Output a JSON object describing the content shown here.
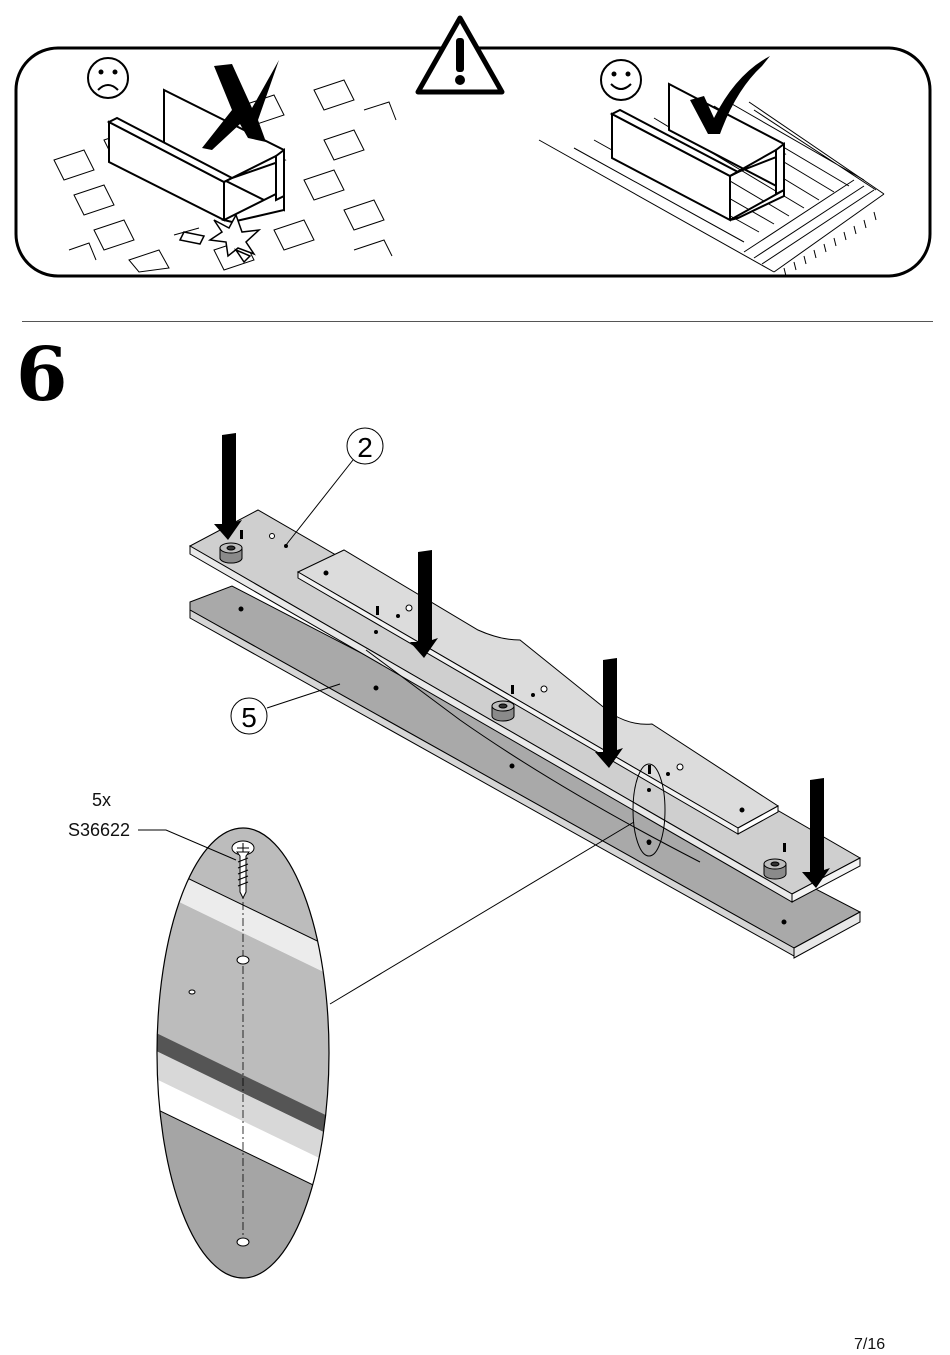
{
  "step": {
    "number": "6"
  },
  "parts": {
    "part_a": "2",
    "part_b": "5"
  },
  "screws": {
    "quantity": "5x",
    "code": "S36622"
  },
  "footer": {
    "page": "7/16"
  },
  "icons": [
    "warning-triangle-icon",
    "sad-face-icon",
    "happy-face-icon",
    "cross-mark-icon",
    "check-mark-icon",
    "arrow-down-icon",
    "screw-icon"
  ]
}
